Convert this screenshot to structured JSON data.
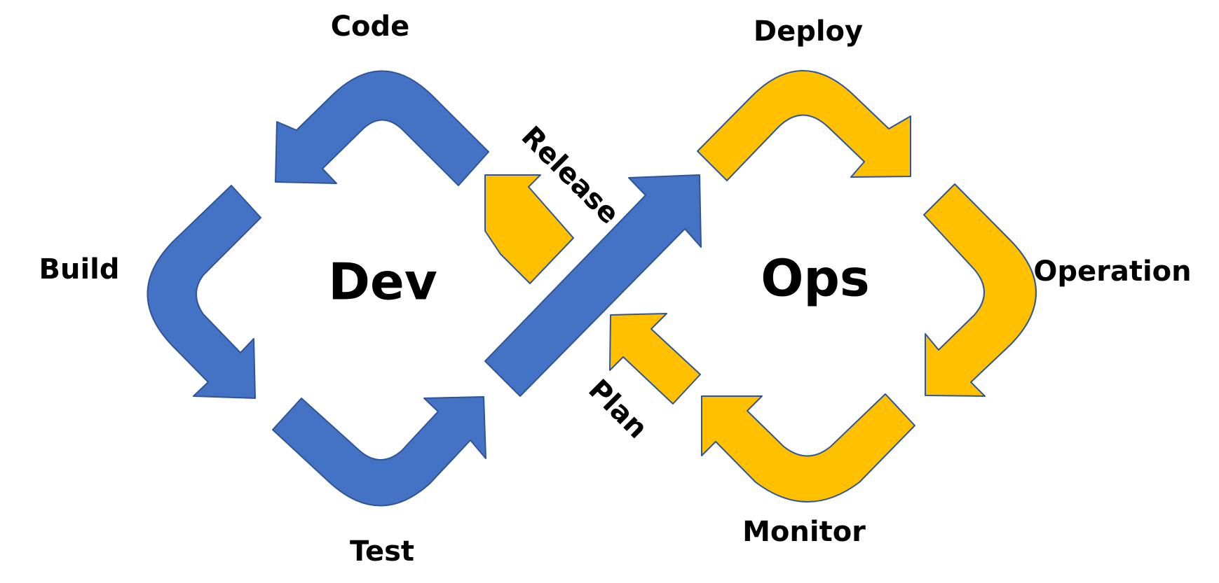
{
  "diagram": {
    "core_left": "Dev",
    "core_right": "Ops",
    "phases": {
      "code": "Code",
      "build": "Build",
      "test": "Test",
      "release": "Release",
      "deploy": "Deploy",
      "operation": "Operation",
      "monitor": "Monitor",
      "plan": "Plan"
    }
  },
  "colors": {
    "dev_arrow": "#4472C4",
    "ops_arrow": "#FFC000",
    "stroke": "#2F5597",
    "text": "#000000"
  }
}
